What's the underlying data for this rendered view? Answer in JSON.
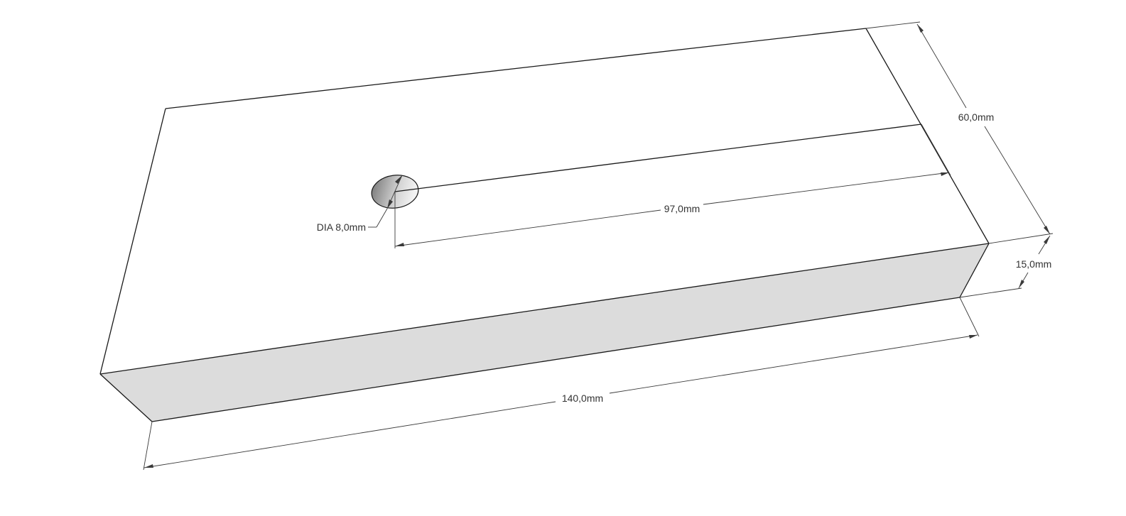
{
  "dimensions": {
    "length": "140,0mm",
    "width": "60,0mm",
    "height": "15,0mm",
    "hole_offset": "97,0mm",
    "hole_diameter": "DIA 8,0mm"
  },
  "colors": {
    "background": "#ffffff",
    "top_face": "#ffffff",
    "front_face": "#dcdcdc",
    "edges": "#1a1a1a",
    "dimension_lines": "#3a3a3a",
    "hole_dark": "#6f6f6f",
    "hole_light": "#ececec"
  }
}
